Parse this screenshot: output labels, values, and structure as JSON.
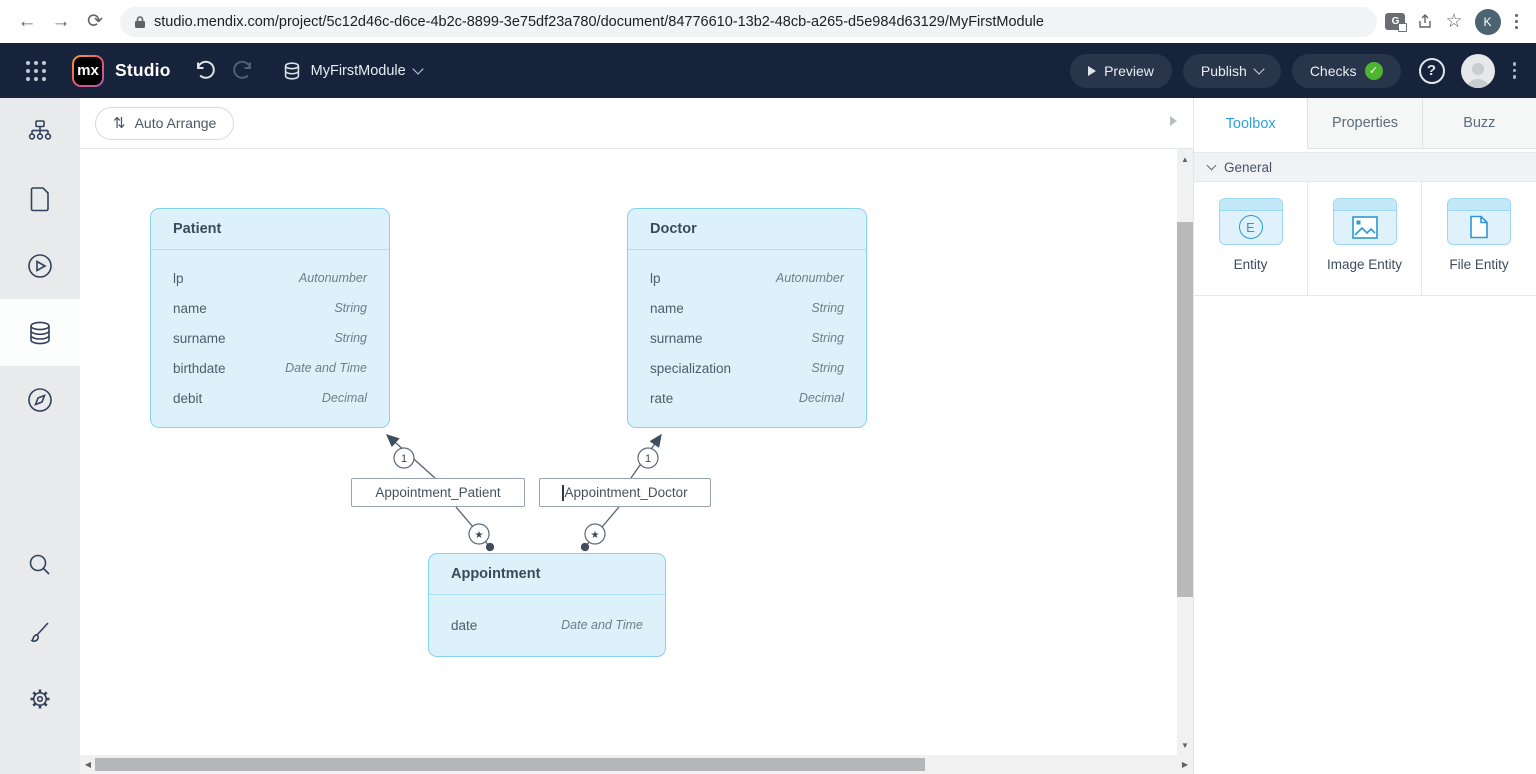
{
  "browser": {
    "url": "studio.mendix.com/project/5c12d46c-d6ce-4b2c-8899-3e75df23a780/document/84776610-13b2-48cb-a265-d5e984d63129/MyFirstModule",
    "avatar_initial": "K",
    "translate_icon_letter": "G"
  },
  "header": {
    "logo_text": "mx",
    "app_name": "Studio",
    "module_name": "MyFirstModule",
    "preview_label": "Preview",
    "publish_label": "Publish",
    "checks_label": "Checks",
    "checks_check": "✓",
    "help_label": "?"
  },
  "canvas_toolbar": {
    "auto_arrange_label": "Auto Arrange",
    "auto_arrange_glyph": "⇅"
  },
  "right_panel": {
    "tabs": [
      {
        "label": "Toolbox"
      },
      {
        "label": "Properties"
      },
      {
        "label": "Buzz"
      }
    ],
    "active_tab": "Toolbox",
    "section_label": "General",
    "items": [
      {
        "label": "Entity",
        "icon_letter": "E"
      },
      {
        "label": "Image Entity"
      },
      {
        "label": "File Entity"
      }
    ]
  },
  "diagram": {
    "entities": [
      {
        "name": "Patient",
        "attributes": [
          {
            "name": "lp",
            "type": "Autonumber"
          },
          {
            "name": "name",
            "type": "String"
          },
          {
            "name": "surname",
            "type": "String"
          },
          {
            "name": "birthdate",
            "type": "Date and Time"
          },
          {
            "name": "debit",
            "type": "Decimal"
          }
        ]
      },
      {
        "name": "Doctor",
        "attributes": [
          {
            "name": "lp",
            "type": "Autonumber"
          },
          {
            "name": "name",
            "type": "String"
          },
          {
            "name": "surname",
            "type": "String"
          },
          {
            "name": "specialization",
            "type": "String"
          },
          {
            "name": "rate",
            "type": "Decimal"
          }
        ]
      },
      {
        "name": "Appointment",
        "attributes": [
          {
            "name": "date",
            "type": "Date and Time"
          }
        ]
      }
    ],
    "associations": [
      {
        "name": "Appointment_Patient",
        "parent_multiplicity": "1",
        "child_multiplicity": "★"
      },
      {
        "name": "Appointment_Doctor",
        "parent_multiplicity": "1",
        "child_multiplicity": "★"
      }
    ]
  },
  "colors": {
    "header_bg": "#16233a",
    "tab_active": "#2aa1dd",
    "entity_fill": "#ddf1fb",
    "entity_border": "#85d2f1",
    "checks_green": "#4eb62e"
  }
}
